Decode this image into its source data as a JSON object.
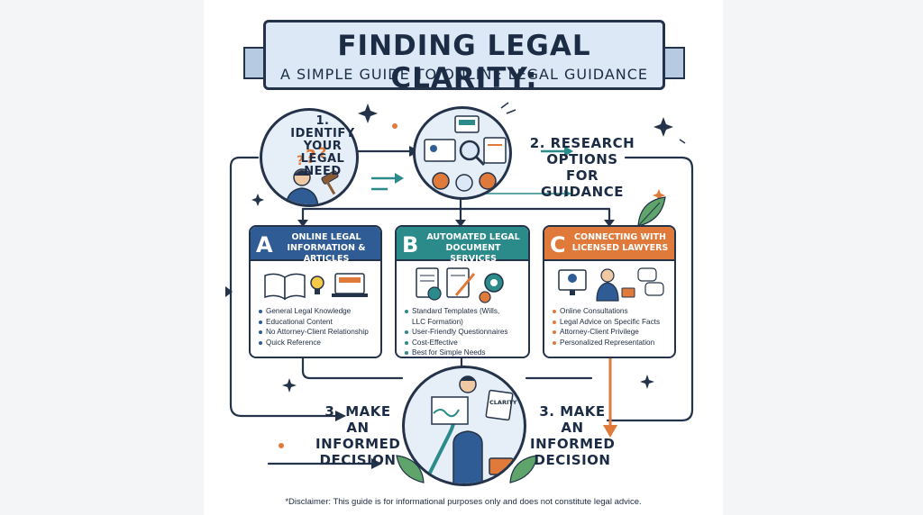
{
  "title": {
    "main": "FINDING LEGAL CLARITY:",
    "subtitle": "A SIMPLE GUIDE TO ONLINE LEGAL GUIDANCE"
  },
  "steps": {
    "step1": "1. IDENTIFY YOUR LEGAL NEED",
    "step2": "2. RESEARCH OPTIONS FOR GUIDANCE",
    "step3_left": "3. MAKE AN INFORMED DECISION",
    "step3_right": "3. MAKE AN INFORMED DECISION"
  },
  "panels": [
    {
      "letter": "A",
      "title": "ONLINE LEGAL INFORMATION & ARTICLES",
      "color": "#2f5c94",
      "dot": "#2f5c94",
      "items": [
        "General Legal Knowledge",
        "Educational Content",
        "No Attorney-Client Relationship",
        "Quick Reference"
      ]
    },
    {
      "letter": "B",
      "title": "AUTOMATED LEGAL DOCUMENT SERVICES",
      "color": "#2b8a8a",
      "dot": "#2b8a8a",
      "items": [
        "Standard Templates (Wills, LLC Formation)",
        "User-Friendly Questionnaires",
        "Cost-Effective",
        "Best for Simple Needs"
      ]
    },
    {
      "letter": "C",
      "title": "CONNECTING WITH LICENSED LAWYERS",
      "color": "#e07a3a",
      "dot": "#e07a3a",
      "items": [
        "Online Consultations",
        "Legal Advice on Specific Facts",
        "Attorney-Client Privilege",
        "Personalized Representation"
      ]
    }
  ],
  "clarity_sign": "CLARITY",
  "disclaimer": "*Disclaimer: This guide is for informational purposes only and does not constitute legal advice.",
  "colors": {
    "navy": "#243349",
    "blue": "#2f5c94",
    "teal": "#2b8a8a",
    "orange": "#e07a3a",
    "green": "#5fa56b"
  }
}
